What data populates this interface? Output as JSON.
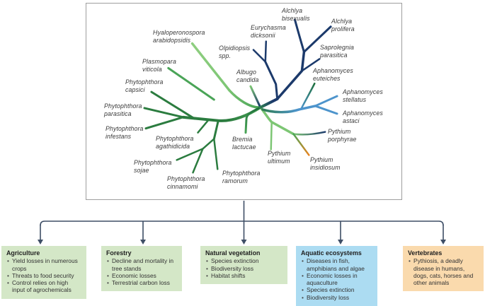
{
  "figure": {
    "description_title": "Oomycete phylogenetic tree and impacted ecosystems"
  },
  "colors": {
    "navy": "#1c3a6b",
    "blue": "#4d94cc",
    "green_dark": "#2b7c3f",
    "green_mid": "#4aa457",
    "green_light": "#7dc674",
    "green_pale_tip": "#8fce80",
    "teal_dark": "#1e6f3c",
    "hub_blend": "#2e7d52",
    "orange": "#e8831d",
    "box_green": "#d4e7c7",
    "box_blue": "#acdcf2",
    "box_orange": "#fadaad",
    "connector": "#3e4e66",
    "panel_border": "#9e9e9e",
    "label_text": "#3a3a3a"
  },
  "tree": {
    "labels": [
      {
        "text": "Hyaloperonospora\narabidopsidis"
      },
      {
        "text": "Plasmopara\nviticola"
      },
      {
        "text": "Phytophthora\ncapsici"
      },
      {
        "text": "Phytophthora\nparasitica"
      },
      {
        "text": "Phytophthora\ninfestans"
      },
      {
        "text": "Phytophthora\nagathidicida"
      },
      {
        "text": "Phytophthora\nsojae"
      },
      {
        "text": "Phytophthora\ncinnamomi"
      },
      {
        "text": "Phytophthora\nramorum"
      },
      {
        "text": "Bremia\nlactucae"
      },
      {
        "text": "Pythium\nultimum"
      },
      {
        "text": "Pythium\ninsidiosum"
      },
      {
        "text": "Pythium\nporphyrae"
      },
      {
        "text": "Albugo\ncandida"
      },
      {
        "text": "Olpidiopsis\nspp."
      },
      {
        "text": "Eurychasma\ndicksonii"
      },
      {
        "text": "Alchlya\nbisexualis"
      },
      {
        "text": "Alchlya\nprolifera"
      },
      {
        "text": "Saprolegnia\nparasitica"
      },
      {
        "text": "Aphanomyces\neuteiches"
      },
      {
        "text": "Aphanomyces\nstellatus"
      },
      {
        "text": "Aphanomyces\nastaci"
      }
    ]
  },
  "impact_boxes": [
    {
      "title": "Agriculture",
      "bullets": [
        "Yield losses in numerous crops",
        "Threats to food security",
        "Control relies on high input of agrochemicals"
      ]
    },
    {
      "title": "Forestry",
      "bullets": [
        "Decline and mortality in tree stands",
        "Economic losses",
        "Terrestrial carbon loss"
      ]
    },
    {
      "title": "Natural vegetation",
      "bullets": [
        "Species extinction",
        "Biodiversity loss",
        "Habitat shifts"
      ]
    },
    {
      "title": "Aquatic ecosystems",
      "bullets": [
        "Diseases in fish, amphibians and algae",
        "Economic losses in aquaculture",
        "Species extinction",
        "Biodiversity loss"
      ]
    },
    {
      "title": "Vertebrates",
      "bullets": [
        "Pythiosis, a deadly disease in humans, dogs, cats, horses and other animals"
      ]
    }
  ]
}
